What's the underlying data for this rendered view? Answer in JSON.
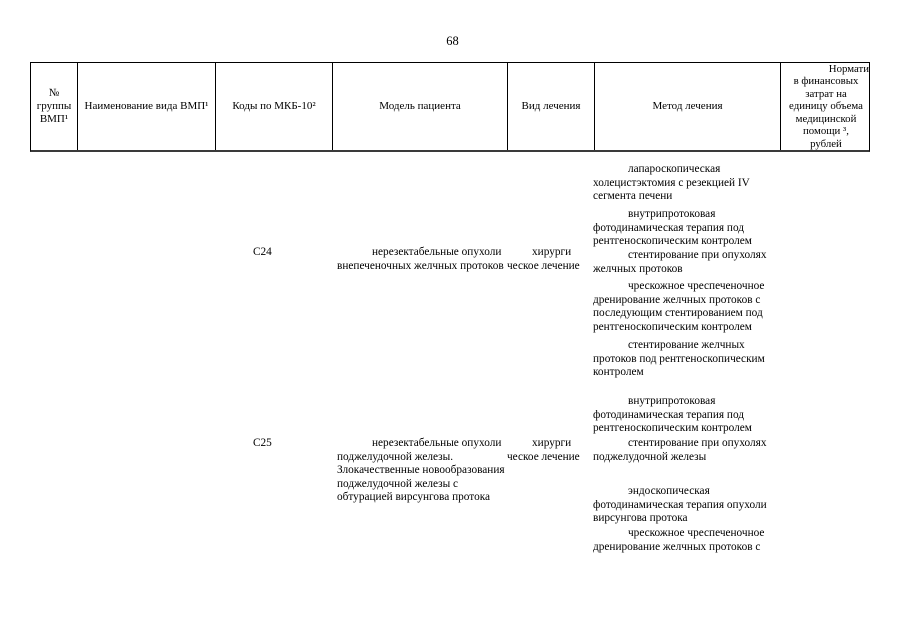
{
  "page": {
    "number": "68"
  },
  "table": {
    "headers": [
      {
        "label": "№\nгруппы\nВМП¹"
      },
      {
        "label": "Наименование вида ВМП¹"
      },
      {
        "label": "Коды по МКБ-10²"
      },
      {
        "label": "Модель пациента"
      },
      {
        "label": "Вид лечения"
      },
      {
        "label": "Метод лечения"
      },
      {
        "label_top": "Нормати",
        "label_rest": "в финансовых\nзатрат на\nединицу объема\nмедицинской\nпомощи ³,\nрублей"
      }
    ]
  },
  "rows": [
    {
      "methods": [
        "лапароскопическая\nхолецистэктомия с резекцией IV\nсегмента печени"
      ]
    },
    {
      "code": "C24",
      "model": "нерезектабельные опухоли\nвнепеченочных желчных протоков",
      "treatment": "хирурги\nческое лечение",
      "methods": [
        "внутрипротоковая\nфотодинамическая терапия под\nрентгеноскопическим контролем",
        "стентирование при опухолях\nжелчных протоков",
        "чрескожное чреспеченочное\nдренирование желчных протоков с\nпоследующим стентированием под\nрентгеноскопическим контролем",
        "стентирование желчных\nпротоков под рентгеноскопическим\nконтролем"
      ]
    },
    {
      "code": "C25",
      "model": "нерезектабельные опухоли\nподжелудочной железы.\nЗлокачественные новообразования\nподжелудочной железы с\nобтурацией вирсунгова протока",
      "treatment": "хирурги\nческое лечение",
      "methods": [
        "внутрипротоковая\nфотодинамическая терапия под\nрентгеноскопическим контролем",
        "стентирование при опухолях\nподжелудочной железы",
        "эндоскопическая\nфотодинамическая терапия опухоли\nвирсунгова протока",
        "чрескожное чреспеченочное\nдренирование желчных протоков с"
      ]
    }
  ]
}
